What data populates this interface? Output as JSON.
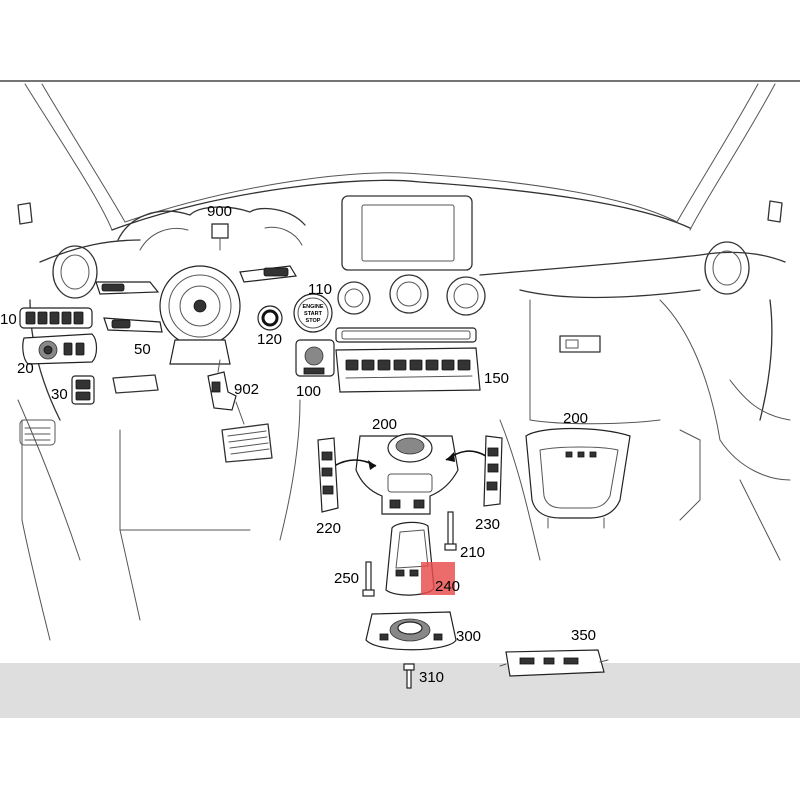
{
  "callouts": {
    "c10": "10",
    "c20": "20",
    "c30": "30",
    "c50": "50",
    "c100": "100",
    "c110": "110",
    "c120": "120",
    "c150": "150",
    "c200a": "200",
    "c200b": "200",
    "c210": "210",
    "c220": "220",
    "c230": "230",
    "c240": "240",
    "c250": "250",
    "c300": "300",
    "c310": "310",
    "c350": "350",
    "c900": "900",
    "c902": "902"
  },
  "start_stop_button": {
    "line1": "ENGINE",
    "line2": "START",
    "line3": "STOP"
  },
  "colors": {
    "highlight": "#e84a4a",
    "bottom_band": "#dedede",
    "line": "#333333"
  }
}
